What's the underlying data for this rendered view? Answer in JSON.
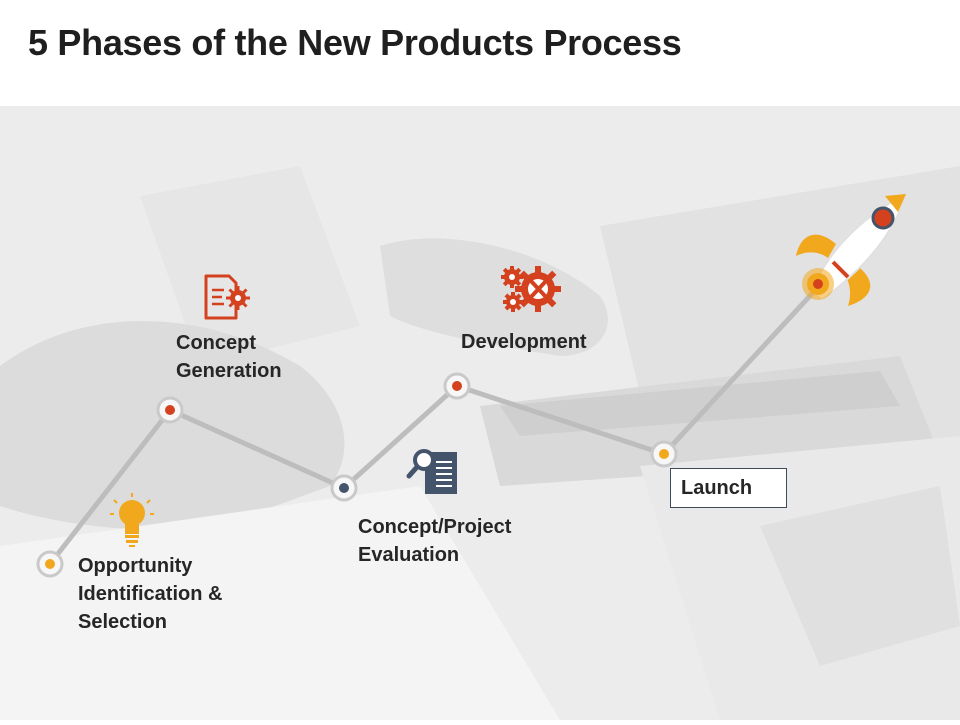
{
  "title": "5 Phases of the New Products Process",
  "colors": {
    "line": "#bdbdbd",
    "node_ring": "#c9c9c9",
    "accent_orange": "#f2a81d",
    "accent_red": "#d4411e",
    "accent_slate": "#44546a"
  },
  "phases": [
    {
      "label": "Opportunity\nIdentification &\nSelection",
      "icon": "lightbulb-icon",
      "dot_color": "#f2a81d"
    },
    {
      "label": "Concept\nGeneration",
      "icon": "document-gear-icon",
      "dot_color": "#d4411e"
    },
    {
      "label": "Concept/Project\nEvaluation",
      "icon": "search-document-icon",
      "dot_color": "#44546a"
    },
    {
      "label": "Development",
      "icon": "gears-wrench-icon",
      "dot_color": "#d4411e"
    },
    {
      "label": "Launch",
      "icon": "rocket-icon",
      "dot_color": "#f2a81d"
    }
  ]
}
